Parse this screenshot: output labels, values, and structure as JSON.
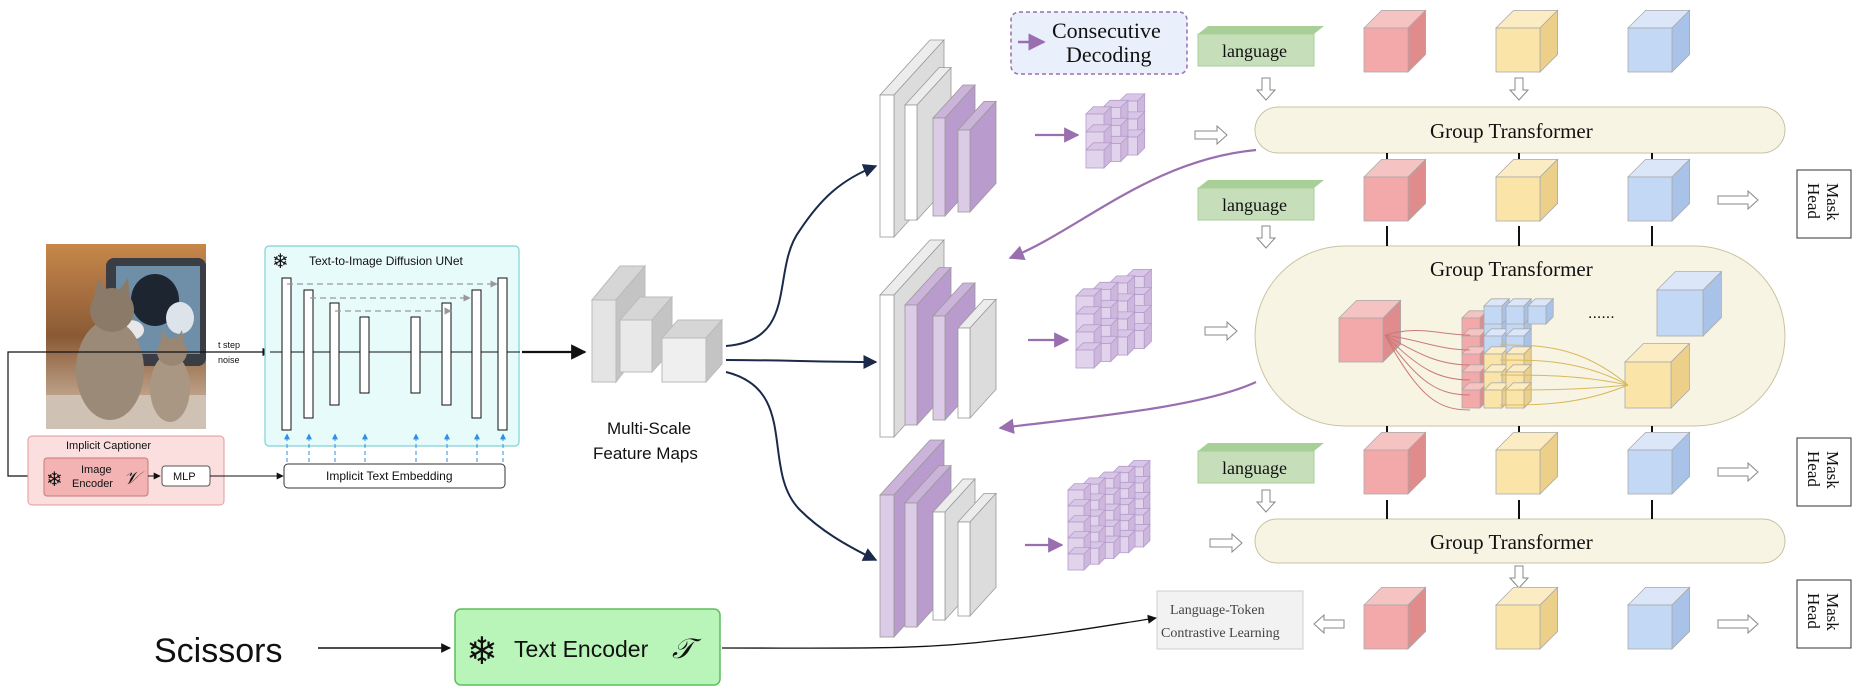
{
  "colors": {
    "purple": "#9a6fb0",
    "purple_light": "#dccbe6",
    "gray_block": "#e2e2e2",
    "navy": "#1b2a4a",
    "cyan_box": "#e8fbfb",
    "pink_box": "#fbdede",
    "green_box": "#b9f4b9",
    "cream": "#f7f4e3",
    "red_cube": "#f3a9a9",
    "yellow_cube": "#fbe4a8",
    "blue_cube": "#c3d8f5",
    "lang_green": "#c6dfba"
  },
  "photo": {
    "description_icon": "photo-cats-tv"
  },
  "unet": {
    "title": "Text-to-Image Diffusion UNet",
    "snowflake_icon": "snowflake-icon",
    "t_step_label": "t step",
    "noise_label": "noise"
  },
  "captioner": {
    "title": "Implicit Captioner",
    "image_encoder_line1": "Image",
    "image_encoder_line2": "Encoder",
    "v_symbol": "𝒱",
    "mlp_label": "MLP"
  },
  "implicit_text_embedding": "Implicit Text Embedding",
  "feature_maps": {
    "line1": "Multi-Scale",
    "line2": "Feature Maps"
  },
  "consecutive_decoding": {
    "line1": "Consecutive",
    "line2": "Decoding"
  },
  "language_tags": [
    "language",
    "language",
    "language"
  ],
  "group_transformers": [
    "Group Transformer",
    "Group Transformer",
    "Group Transformer"
  ],
  "ellipsis": "......",
  "mask_heads": [
    {
      "line1": "Mask",
      "line2": "Head"
    },
    {
      "line1": "Mask",
      "line2": "Head"
    },
    {
      "line1": "Mask",
      "line2": "Head"
    }
  ],
  "contrastive": {
    "line1": "Language-Token",
    "line2": "Contrastive Learning"
  },
  "scissors_label": "Scissors",
  "text_encoder": {
    "label": "Text Encoder",
    "t_symbol": "𝒯"
  }
}
